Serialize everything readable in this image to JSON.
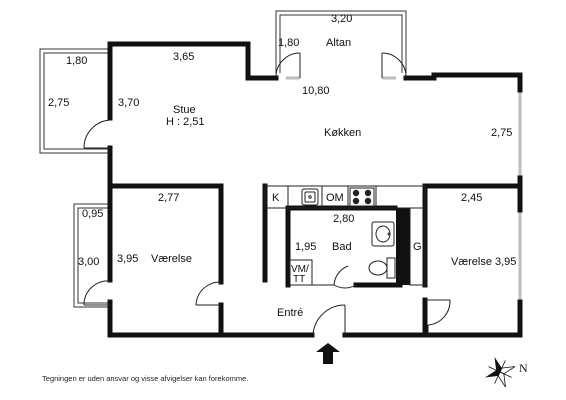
{
  "rooms": {
    "stue": {
      "name": "Stue",
      "height": "H : 2,51",
      "width": "3,65",
      "depth": "3,70"
    },
    "altan": {
      "name": "Altan",
      "width": "3,20",
      "depth": "1,80"
    },
    "koekken": {
      "name": "Køkken",
      "width": "10,80",
      "depth": "2,75"
    },
    "west_balcony": {
      "width": "1,80",
      "depth": "2,75"
    },
    "vaerelse_left": {
      "name": "Værelse",
      "width": "2,77",
      "depth": "3,95"
    },
    "west_balcony_small": {
      "width": "0,95",
      "depth": "3,00"
    },
    "bad": {
      "name": "Bad",
      "width": "2,80",
      "depth": "1,95",
      "washer_label_1": "VM/",
      "washer_label_2": "TT"
    },
    "vaerelse_right": {
      "name": "Værelse",
      "width": "2,45",
      "depth": "3,95"
    },
    "entre": {
      "name": "Entré"
    },
    "wardrobe": {
      "label": "G"
    }
  },
  "kitchen_row": {
    "k_label": "K",
    "om_label": "OM"
  },
  "disclaimer": "Tegningen er uden ansvar og visse afvigelser kan forekomme.",
  "compass": {
    "north_label": "N"
  },
  "colors": {
    "wall": "#111111",
    "line": "#222222",
    "window": "#cfcfcf",
    "background": "#ffffff"
  }
}
